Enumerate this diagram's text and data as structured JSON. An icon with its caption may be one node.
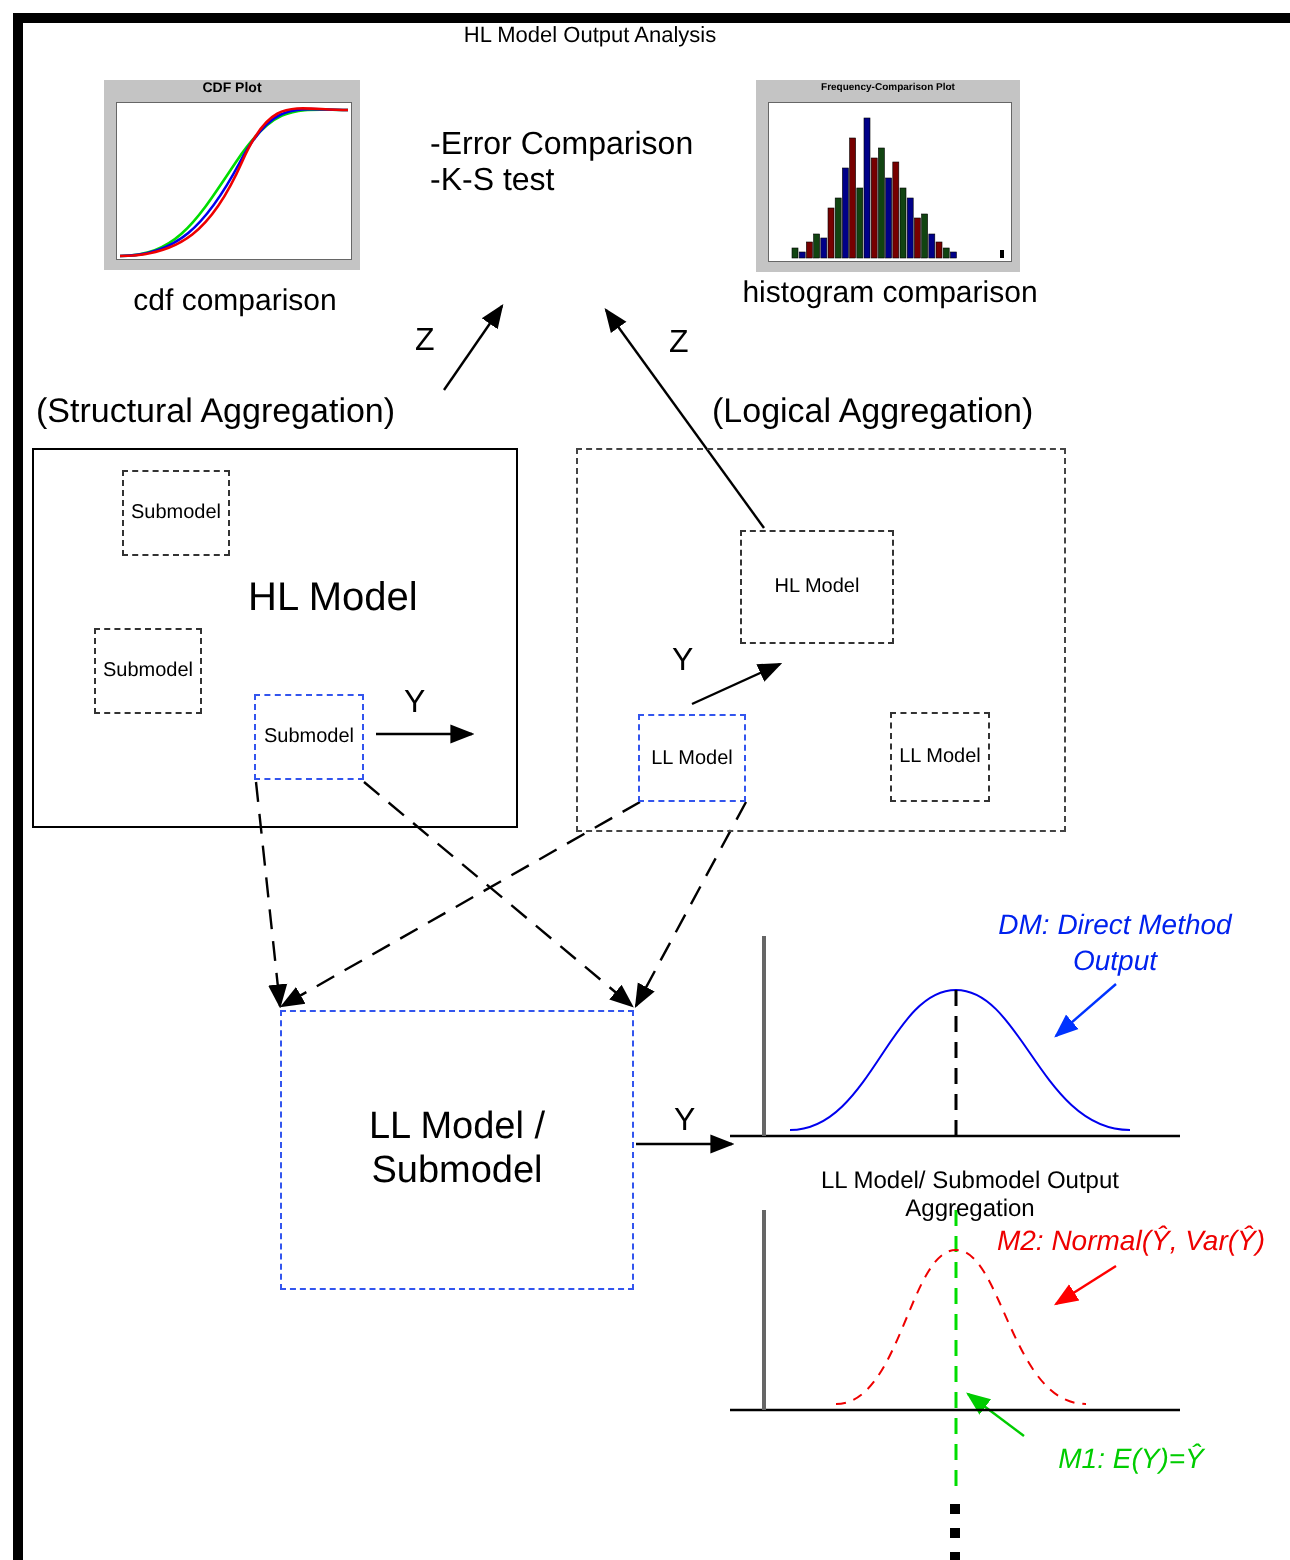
{
  "diagram": {
    "title": "HL Model Output Analysis",
    "nodes": [
      {
        "text": [
          "-Error Comparison",
          "-K-S test"
        ]
      },
      {
        "text": [
          "CDF Plot"
        ],
        "beside": [
          "cdf comparison"
        ]
      },
      {
        "text": [
          "Frequency-Comparison Plot"
        ],
        "beside": [
          "histogram comparison"
        ]
      },
      {
        "text": [
          "(Structural Aggregation)",
          "HL Model"
        ]
      },
      {
        "text": [
          "Submodel"
        ],
        "in": 3
      },
      {
        "text": [
          "Submodel"
        ],
        "in": 3
      },
      {
        "text": [
          "Submodel"
        ],
        "in": 3
      },
      {
        "text": [
          "(Logical Aggregation)"
        ]
      },
      {
        "text": [
          "HL Model"
        ],
        "in": 7
      },
      {
        "text": [
          "LL Model"
        ],
        "in": 7
      },
      {
        "text": [
          "LL Model"
        ],
        "in": 7
      },
      {
        "text": [
          "LL Model / Submodel"
        ]
      },
      {
        "text": [],
        "shape": "chart"
      },
      {
        "text": [
          "DM: Direct Method Output"
        ]
      },
      {
        "text": [],
        "shape": "chart"
      },
      {
        "text": [
          "M2: Normal(Ŷ, Var(Ŷ)"
        ]
      },
      {
        "text": [
          "M1: E(Y)=Ŷ"
        ]
      }
    ],
    "edges": [
      {
        "from": 3,
        "to": 0,
        "arrow": "to",
        "label": "Z"
      },
      {
        "from": 8,
        "to": 0,
        "arrow": "to",
        "label": "Z"
      },
      {
        "from": 6,
        "to": null,
        "arrow": "to",
        "label": "Y"
      },
      {
        "from": 9,
        "to": 8,
        "arrow": "to",
        "label": "Y"
      },
      {
        "from": 6,
        "to": 11,
        "arrow": "to",
        "style": "dashed"
      },
      {
        "from": 6,
        "to": 11,
        "arrow": "to",
        "style": "dashed"
      },
      {
        "from": 9,
        "to": 11,
        "arrow": "to",
        "style": "dashed"
      },
      {
        "from": 9,
        "to": 11,
        "arrow": "to",
        "style": "dashed"
      },
      {
        "from": 11,
        "to": 12,
        "arrow": "to",
        "label": "Y"
      },
      {
        "from": 13,
        "to": 12,
        "arrow": "to",
        "color": "#0033ff"
      },
      {
        "from": 15,
        "to": 14,
        "arrow": "to",
        "color": "#ff0000"
      },
      {
        "from": 16,
        "to": 14,
        "arrow": "to",
        "color": "#00cc00"
      }
    ],
    "labels": [
      "LL Model/ Submodel Output Aggregation"
    ]
  }
}
